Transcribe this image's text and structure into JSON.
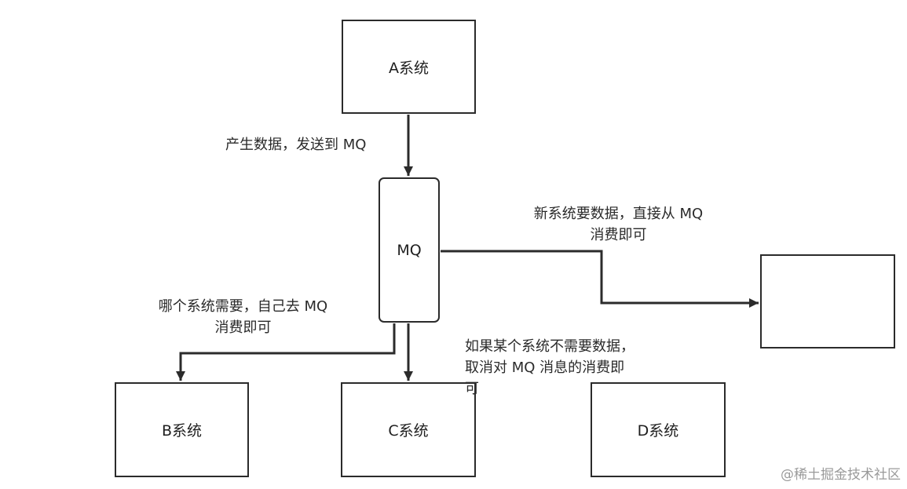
{
  "diagram": {
    "nodes": {
      "a": "A系统",
      "mq": "MQ",
      "new": "",
      "b": "B系统",
      "c": "C系统",
      "d": "D系统"
    },
    "edges": [
      {
        "from": "a",
        "to": "mq"
      },
      {
        "from": "mq",
        "to": "new"
      },
      {
        "from": "mq",
        "to": "b"
      },
      {
        "from": "mq",
        "to": "c"
      }
    ],
    "labels": {
      "a_to_mq": "产生数据，发送到 MQ",
      "new_system": [
        "新系统要数据，直接从 MQ",
        "消费即可"
      ],
      "subscribe": [
        "哪个系统需要，自己去 MQ",
        "消费即可"
      ],
      "unsubscribe": [
        "如果某个系统不需要数据，",
        "取消对 MQ 消息的消费即",
        "可"
      ]
    }
  },
  "watermark": "@稀土掘金技术社区"
}
